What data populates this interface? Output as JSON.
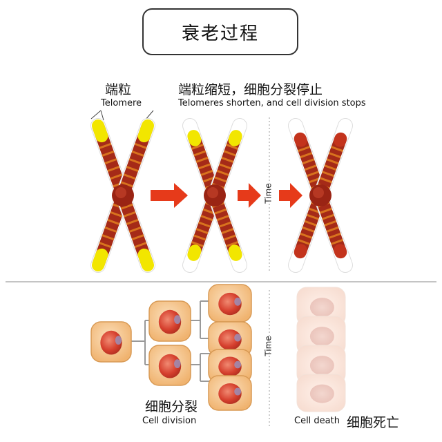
{
  "title": "衰老过程",
  "telomere_zh": "端粒",
  "telomere_en": "Telomere",
  "shorten_zh": "端粒缩短，细胞分裂停止",
  "shorten_en": "Telomeres shorten, and cell division stops",
  "time_label": "Time",
  "division_zh": "细胞分裂",
  "division_en": "Cell division",
  "death_en": "Cell death",
  "death_zh": "细胞死亡",
  "colors": {
    "chromatid": "#a52a18",
    "band": "#d8731e",
    "telomere": "#f2e600",
    "arrow": "#e63a1a",
    "cell": "#f6c283",
    "nucleus": "#d6402e"
  }
}
